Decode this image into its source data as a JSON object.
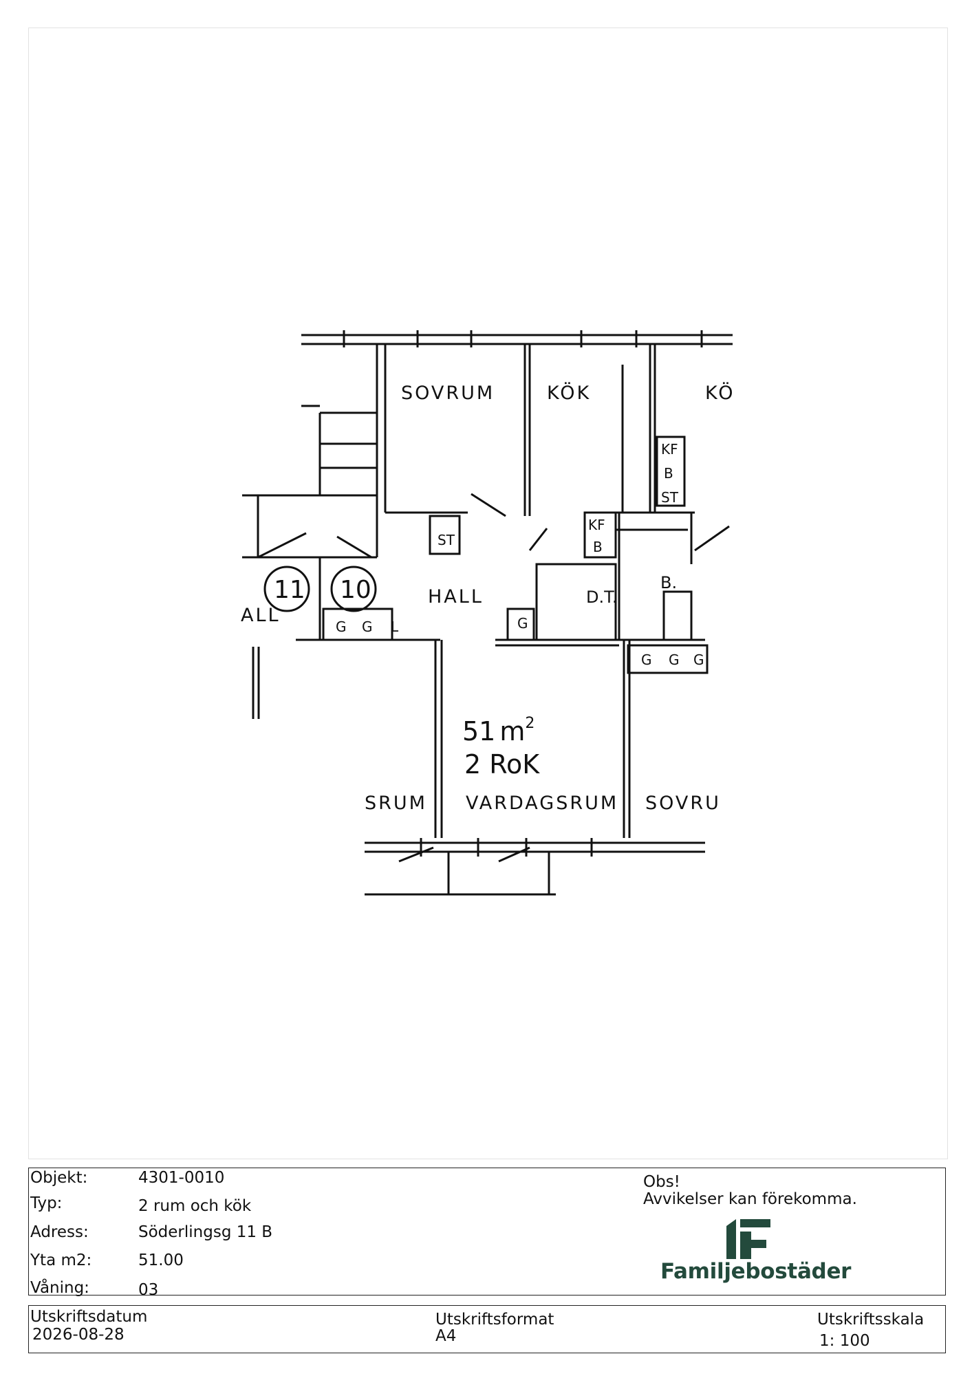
{
  "plan": {
    "rooms": {
      "sovrum": "SOVRUM",
      "kok": "KÖK",
      "kok_partial": "KÖ",
      "hall": "HALL",
      "hall_partial": "ALL",
      "vardagsrum": "VARDAGSRUM",
      "sovrum_left_partial": "SRUM",
      "sovrum_right_partial": "SOVRU",
      "dt": "D.T.",
      "b": "B."
    },
    "fixtures": {
      "st": "ST",
      "kf": "KF",
      "b": "B",
      "g": "G",
      "l": "L"
    },
    "door_numbers": [
      "11",
      "10"
    ],
    "area": "51",
    "area_unit": "m",
    "area_exp": "2",
    "type": "2 RoK"
  },
  "info": {
    "objekt": {
      "label": "Objekt:",
      "value": "4301-0010"
    },
    "typ": {
      "label": "Typ:",
      "value": "2 rum och kök"
    },
    "adress": {
      "label": "Adress:",
      "value": "Söderlingsg 11 B"
    },
    "yta": {
      "label": "Yta m2:",
      "value": "51.00"
    },
    "vaning": {
      "label": "Våning:",
      "value": "03"
    },
    "obs_title": "Obs!",
    "obs_text": "Avvikelser kan förekomma.",
    "brand": "Familjebostäder",
    "brand_color": "#234a3c"
  },
  "print": {
    "date_label": "Utskriftsdatum",
    "date_value": "2026-08-28",
    "format_label": "Utskriftsformat",
    "format_value": "A4",
    "scale_label": "Utskriftsskala",
    "scale_value": "1: 100"
  }
}
